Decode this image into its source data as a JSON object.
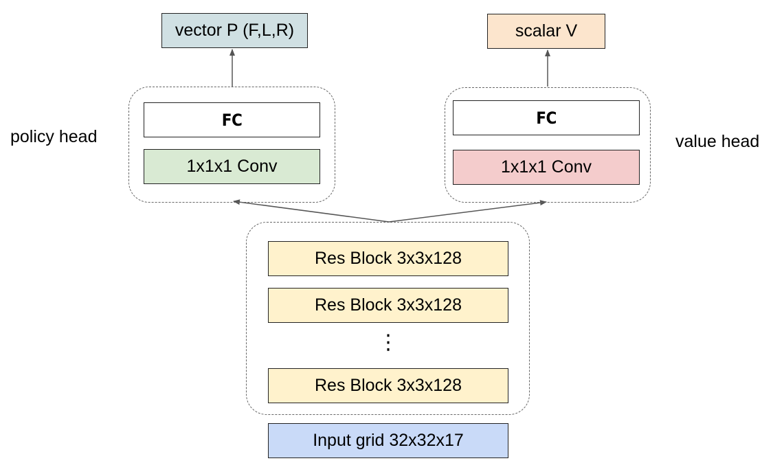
{
  "outputs": {
    "policy": "vector P (F,L,R)",
    "value": "scalar V"
  },
  "heads": {
    "policy": {
      "label": "policy head",
      "fc": "FC",
      "conv": "1x1x1 Conv"
    },
    "value": {
      "label": "value head",
      "fc": "FC",
      "conv": "1x1x1 Conv"
    }
  },
  "trunk": {
    "blocks": [
      "Res Block 3x3x128",
      "Res Block 3x3x128",
      "Res Block 3x3x128"
    ],
    "ellipsis": "⋮"
  },
  "input": "Input grid 32x32x17",
  "colors": {
    "policy_output": "#d0e0e3",
    "value_output": "#fce5cd",
    "policy_conv": "#d9ead3",
    "value_conv": "#f4cccc",
    "res_block": "#fff2cc",
    "input": "#c9daf8"
  }
}
